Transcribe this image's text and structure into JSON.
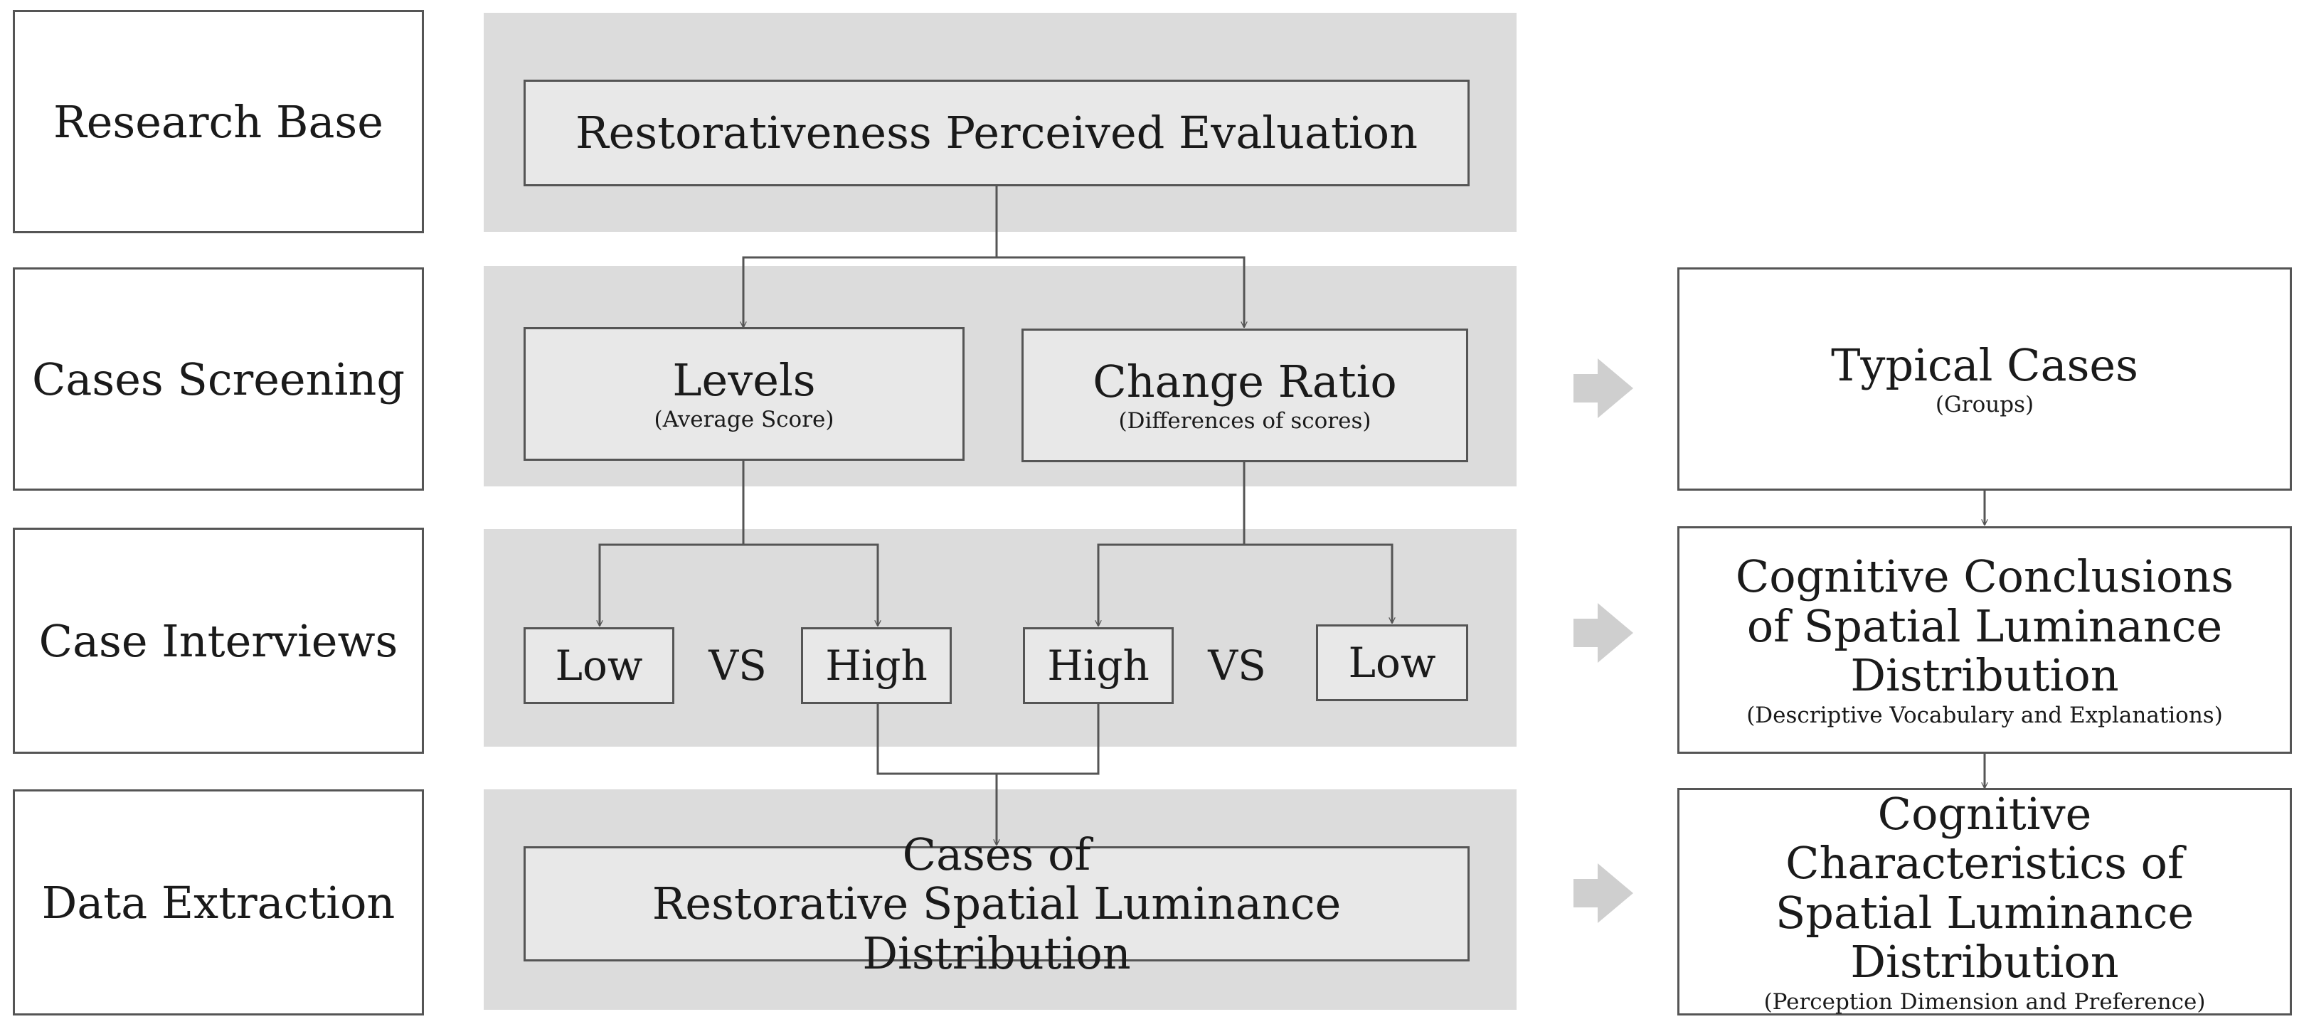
{
  "stages": [
    {
      "label": "Research Base"
    },
    {
      "label": "Cases Screening"
    },
    {
      "label": "Case Interviews"
    },
    {
      "label": "Data Extraction"
    }
  ],
  "evaluation": {
    "label": "Restorativeness Perceived Evaluation"
  },
  "levels": {
    "title": "Levels",
    "sub": "(Average Score)"
  },
  "change_ratio": {
    "title": "Change Ratio",
    "sub": "(Differences of scores)"
  },
  "comparisons": {
    "low_1": "Low",
    "vs_1": "VS",
    "high_1": "High",
    "high_2": "High",
    "vs_2": "VS",
    "low_2": "Low"
  },
  "cases": {
    "line1": "Cases of",
    "line2": "Restorative Spatial Luminance Distribution"
  },
  "results": {
    "typical": {
      "title": "Typical Cases",
      "sub": "(Groups)"
    },
    "conclusions": {
      "title": "Cognitive Conclusions of Spatial Luminance Distribution",
      "sub": "(Descriptive Vocabulary and Explanations)"
    },
    "characteristics": {
      "title": "Cognitive Characteristics of Spatial Luminance Distribution",
      "sub": "(Perception Dimension and Preference)"
    }
  },
  "colors": {
    "band": "#dcdcdc",
    "box": "#e8e8e8",
    "arrow": "#cfcfcf",
    "line": "#555555"
  }
}
